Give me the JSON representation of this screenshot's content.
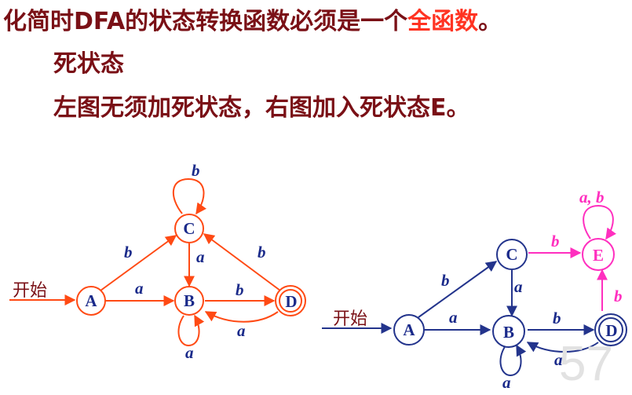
{
  "header": {
    "line1_a": "化简时DFA的状态转换函数必须是一个",
    "line1_b": "全函数",
    "line1_c": "。",
    "line2": "死状态",
    "line3": "左图无须加死状态，右图加入死状态E。"
  },
  "page_number": "57",
  "left_dfa": {
    "start_label": "开始",
    "nodes": {
      "A": "A",
      "B": "B",
      "C": "C",
      "D": "D"
    },
    "edges": {
      "C_loop": "b",
      "A_C": "b",
      "C_B": "a",
      "D_C": "b",
      "A_B": "a",
      "B_D": "b",
      "D_B": "a",
      "B_loop": "a"
    }
  },
  "right_dfa": {
    "start_label": "开始",
    "nodes": {
      "A": "A",
      "B": "B",
      "C": "C",
      "D": "D",
      "E": "E"
    },
    "edges": {
      "E_loop": "a, b",
      "C_E": "b",
      "D_E": "b",
      "A_C": "b",
      "C_B": "a",
      "A_B": "a",
      "B_D": "b",
      "D_B": "a",
      "B_loop": "a"
    }
  },
  "colors": {
    "title": "#7a1016",
    "highlight": "#ff3322",
    "left_edge": "#ff4a14",
    "left_node_text": "#1a2a8a",
    "label": "#1a2a8a",
    "right_edge": "#23348c",
    "dead_state": "#ff2fbf"
  }
}
